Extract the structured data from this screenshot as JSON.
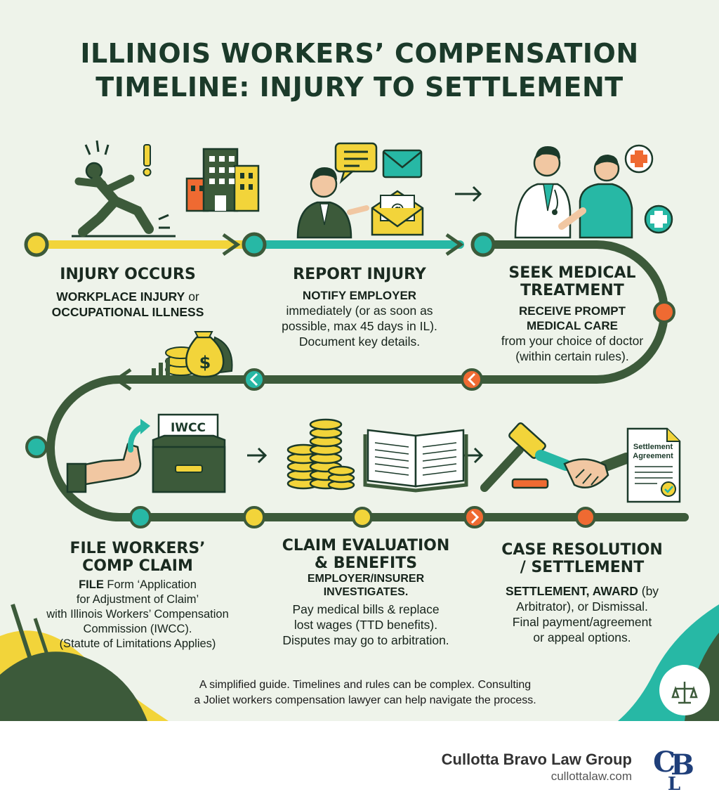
{
  "title": {
    "line1": "ILLINOIS WORKERS’ COMPENSATION",
    "line2": "TIMELINE: INJURY TO SETTLEMENT"
  },
  "steps": [
    {
      "head_lines": [
        "INJURY OCCURS"
      ],
      "sub_lines": [],
      "body_html": "<b>WORKPLACE INJURY</b> or<br><b>OCCUPATIONAL ILLNESS</b>",
      "icons": [
        "falling-worker-icon",
        "building-icon"
      ]
    },
    {
      "head_lines": [
        "REPORT INJURY"
      ],
      "sub_lines": [
        "NOTIFY EMPLOYER"
      ],
      "body_lines": [
        "immediately (or as soon as",
        "possible, max 45 days in IL).",
        "Document key details."
      ],
      "icons": [
        "person-icon",
        "chat-bubble-icon",
        "envelope-icon",
        "email-icon"
      ]
    },
    {
      "head_lines": [
        "SEEK MEDICAL",
        "TREATMENT"
      ],
      "sub_lines": [
        "RECEIVE PROMPT",
        "MEDICAL CARE"
      ],
      "body_lines": [
        "from your choice of doctor",
        "(within certain rules)."
      ],
      "icons": [
        "doctor-icon",
        "patient-icon",
        "medical-cross-icon"
      ]
    },
    {
      "head_lines": [
        "FILE WORKERS’",
        "COMP CLAIM"
      ],
      "body_html": "<b>FILE</b> Form ‘Application<br>for Adjustment of Claim’<br>with Illinois Workers’ Compensation<br>Commission (IWCC).<br>(Statute of Limitations Applies)",
      "icon_label": "IWCC",
      "icons": [
        "hand-icon",
        "file-box-icon"
      ]
    },
    {
      "head_lines": [
        "CLAIM EVALUATION",
        "& BENEFITS"
      ],
      "sub_lines": [
        "EMPLOYER/INSURER",
        "INVESTIGATES."
      ],
      "body_lines": [
        "Pay medical bills & replace",
        "lost wages (TTD benefits).",
        "Disputes may go to arbitration."
      ],
      "icons": [
        "coin-stack-icon",
        "open-book-icon"
      ]
    },
    {
      "head_lines": [
        "CASE RESOLUTION",
        "/ SETTLEMENT"
      ],
      "body_html": "<b>SETTLEMENT, AWARD</b> (by<br>Arbitrator), or Dismissal.<br>Final payment/agreement<br>or appeal options.",
      "icon_label_lines": [
        "Settlement",
        "Agreement"
      ],
      "icons": [
        "gavel-icon",
        "handshake-icon",
        "document-icon"
      ]
    }
  ],
  "money_bag_symbol": "$",
  "footer_lines": [
    "A simplified guide. Timelines and rules can be complex. Consulting",
    "a Joliet workers compensation lawyer can help navigate the process."
  ],
  "brand": {
    "name": "Cullotta Bravo Law Group",
    "url": "cullottalaw.com",
    "logo_letters": [
      "C",
      "B",
      "L"
    ]
  },
  "colors": {
    "path": "#3c5a3a",
    "yellow": "#f2d43a",
    "teal": "#27b8a5",
    "orange": "#ef6a32",
    "dark_text": "#1b3a2a",
    "panel": "#eef3ea"
  }
}
